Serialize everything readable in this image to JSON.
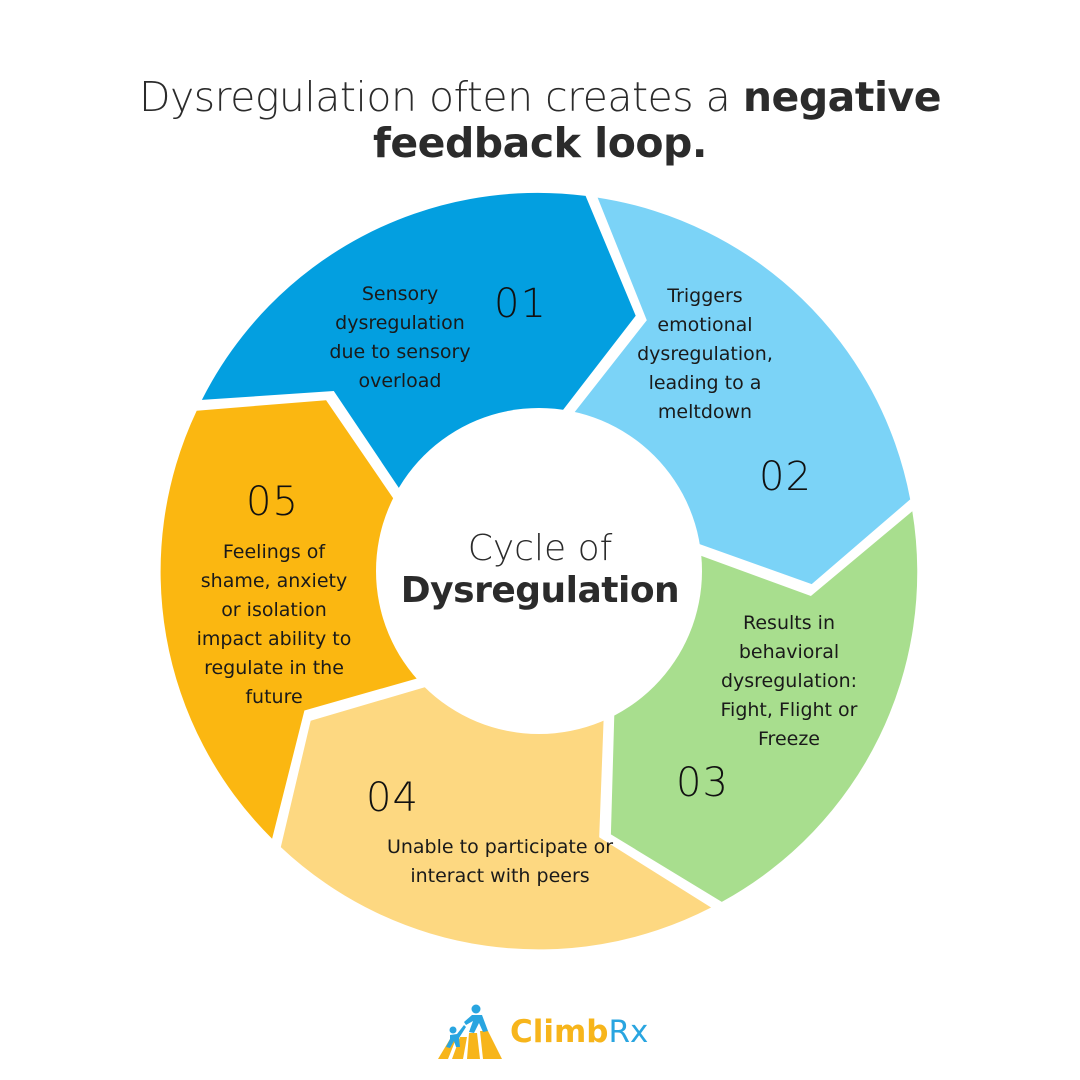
{
  "title": {
    "light": "Dysregulation often creates a ",
    "bold_line1": "negative",
    "bold_line2": "feedback loop."
  },
  "center": {
    "line1": "Cycle of",
    "line2": "Dysregulation"
  },
  "segments": [
    {
      "number": "01",
      "text": [
        "Sensory",
        "dysregulation",
        "due to sensory",
        "overload"
      ],
      "color": "#039fe0"
    },
    {
      "number": "02",
      "text": [
        "Triggers",
        "emotional",
        "dysregulation,",
        "leading to a",
        "meltdown"
      ],
      "color": "#7bd3f7"
    },
    {
      "number": "03",
      "text": [
        "Results in",
        "behavioral",
        "dysregulation:",
        "Fight, Flight or",
        "Freeze"
      ],
      "color": "#a8de8e"
    },
    {
      "number": "04",
      "text": [
        "Unable to participate or",
        "interact with peers"
      ],
      "color": "#fdd881"
    },
    {
      "number": "05",
      "text": [
        "Feelings of",
        "shame, anxiety",
        "or isolation",
        "impact ability to",
        "regulate in the",
        "future"
      ],
      "color": "#fbb711"
    }
  ],
  "logo": {
    "brand_part1": "Climb",
    "brand_part2": "Rx",
    "icon": "climbers-helping-icon"
  },
  "colors": {
    "text": "#2b2b2b",
    "logo_yellow": "#f7b51b",
    "logo_blue": "#29a5e0"
  }
}
